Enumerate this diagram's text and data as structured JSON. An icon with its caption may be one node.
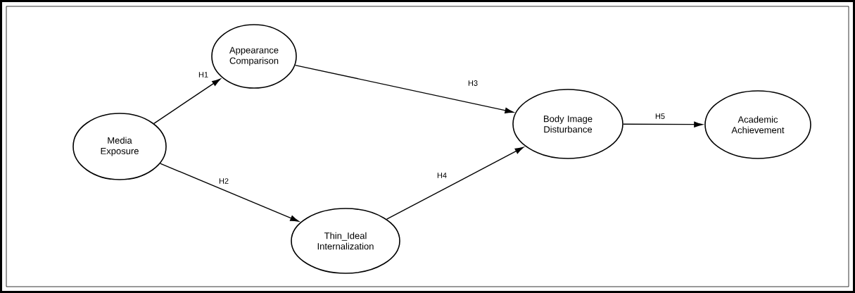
{
  "diagram": {
    "nodes": [
      {
        "text": [
          "Media Exposure"
        ]
      },
      {
        "text": [
          "Appearance Comparison"
        ]
      },
      {
        "text": [
          "Thin_Ideal Internalization"
        ]
      },
      {
        "text": [
          "Body Image Disturbance"
        ]
      },
      {
        "text": [
          "Academic Achievement"
        ]
      }
    ],
    "edges": [
      {
        "from": 0,
        "to": 1,
        "arrow": "to",
        "label": "H1"
      },
      {
        "from": 0,
        "to": 2,
        "arrow": "to",
        "label": "H2"
      },
      {
        "from": 1,
        "to": 3,
        "arrow": "to",
        "label": "H3"
      },
      {
        "from": 2,
        "to": 3,
        "arrow": "to",
        "label": "H4"
      },
      {
        "from": 3,
        "to": 4,
        "arrow": "to",
        "label": "H5"
      }
    ]
  }
}
